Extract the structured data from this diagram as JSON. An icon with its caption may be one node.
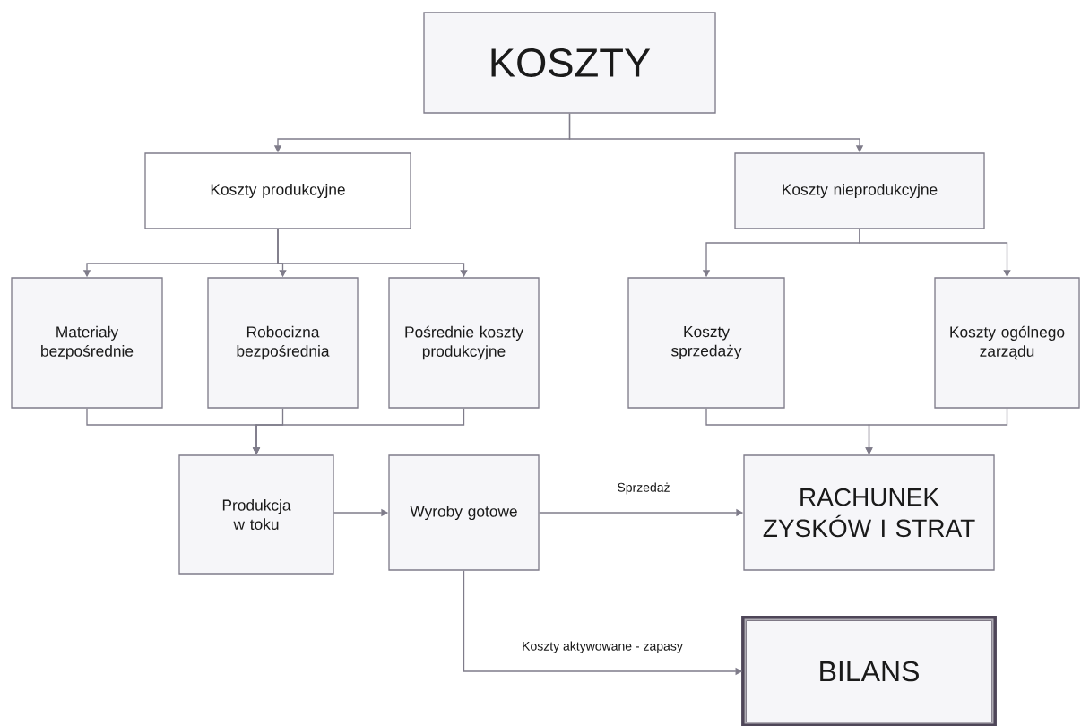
{
  "diagram": {
    "nodes": [
      {
        "text": [
          "KOSZTY"
        ]
      },
      {
        "text": [
          "Koszty produkcyjne"
        ]
      },
      {
        "text": [
          "Koszty nieprodukcyjne"
        ]
      },
      {
        "text": [
          "Materiały bezpośrednie"
        ]
      },
      {
        "text": [
          "Robocizna bezpośrednia"
        ]
      },
      {
        "text": [
          "Pośrednie koszty produkcyjne"
        ]
      },
      {
        "text": [
          "Koszty sprzedaży"
        ]
      },
      {
        "text": [
          "Koszty ogólnego zarządu"
        ]
      },
      {
        "text": [
          "Produkcja w toku"
        ]
      },
      {
        "text": [
          "Wyroby gotowe"
        ]
      },
      {
        "text": [
          "RACHUNEK ZYSKÓW I STRAT"
        ]
      },
      {
        "text": [
          "BILANS"
        ]
      }
    ],
    "edges": [
      {
        "from": 0,
        "to": 1,
        "arrow": "to"
      },
      {
        "from": 0,
        "to": 2,
        "arrow": "to"
      },
      {
        "from": 1,
        "to": 3,
        "arrow": "to"
      },
      {
        "from": 1,
        "to": 4,
        "arrow": "to"
      },
      {
        "from": 1,
        "to": 5,
        "arrow": "to"
      },
      {
        "from": 2,
        "to": 6,
        "arrow": "to"
      },
      {
        "from": 2,
        "to": 7,
        "arrow": "to"
      },
      {
        "from": 3,
        "to": 8,
        "arrow": "to"
      },
      {
        "from": 4,
        "to": 8,
        "arrow": "to"
      },
      {
        "from": 5,
        "to": 8,
        "arrow": "to"
      },
      {
        "from": 6,
        "to": 10,
        "arrow": "to"
      },
      {
        "from": 7,
        "to": 10,
        "arrow": "to"
      },
      {
        "from": 8,
        "to": 9,
        "arrow": "to"
      },
      {
        "from": 9,
        "to": 10,
        "arrow": "to",
        "label": "Sprzedaż"
      },
      {
        "from": 9,
        "to": 11,
        "arrow": "to",
        "label": "Koszty aktywowane - zapasy"
      }
    ]
  }
}
